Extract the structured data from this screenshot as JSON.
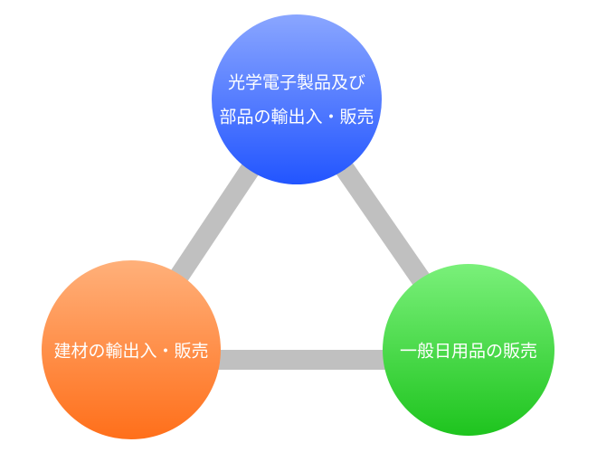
{
  "diagram": {
    "connector_color": "#c0c0c0",
    "nodes": {
      "optics": {
        "line1": "光学電子製品及び",
        "line2": "部品の輸出入・販売",
        "color_light": "#8aa6ff",
        "color_dark": "#2255ff"
      },
      "building": {
        "label": "建材の輸出入・販売",
        "color_light": "#ffb07a",
        "color_dark": "#ff6f1a"
      },
      "goods": {
        "label": "一般日用品の販売",
        "color_light": "#7af07a",
        "color_dark": "#1ec41e"
      }
    }
  }
}
